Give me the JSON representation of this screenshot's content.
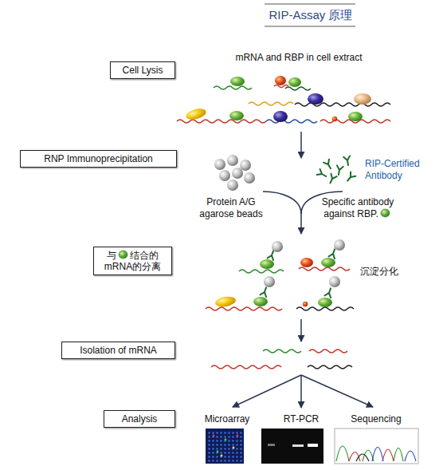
{
  "diagram": {
    "title": "RIP-Assay 原理",
    "nodes": [
      {
        "text": [
          "Cell Lysis"
        ]
      },
      {
        "text": [
          "RNP Immunoprecipitation"
        ]
      },
      {
        "text": [
          "与",
          "结合的 mRNA的分离"
        ]
      },
      {
        "text": [
          "Isolation of mRNA"
        ]
      },
      {
        "text": [
          "Analysis"
        ]
      }
    ],
    "labels": [
      "mRNA and RBP in cell extract",
      "Protein A/G agarose beads",
      "RIP-Certified Antibody",
      "Specific antibody against RBP.",
      "沉淀分化",
      "Microarray",
      "RT-PCR",
      "Sequencing"
    ]
  }
}
